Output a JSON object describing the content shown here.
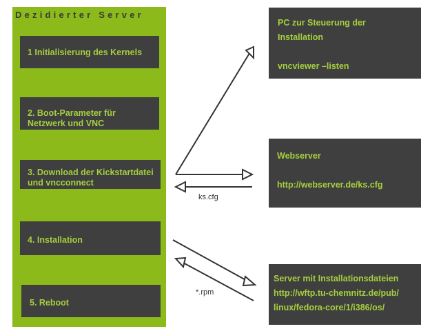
{
  "server_panel": {
    "title": "Dezidierter Server",
    "steps": [
      {
        "lines": [
          "1 Initialisierung des Kernels"
        ]
      },
      {
        "lines": [
          "2. Boot-Parameter für",
          "Netzwerk und VNC"
        ]
      },
      {
        "lines": [
          "3. Download der Kickstartdatei",
          "und vncconnect"
        ]
      },
      {
        "lines": [
          "4. Installation"
        ]
      },
      {
        "lines": [
          "5. Reboot"
        ]
      }
    ]
  },
  "nodes": {
    "control_pc": {
      "lines": [
        "PC zur Steuerung der",
        "Installation",
        "vncviewer –listen"
      ]
    },
    "webserver": {
      "lines": [
        "Webserver",
        "http://webserver.de/ks.cfg"
      ]
    },
    "install_server": {
      "lines": [
        "Server mit Installationsdateien",
        "http://wftp.tu-chemnitz.de/pub/",
        "linux/fedora-core/1/i386/os/"
      ]
    }
  },
  "edge_labels": {
    "kickstart_file": "ks.cfg",
    "rpm_files": "*.rpm"
  },
  "colors": {
    "panel_green": "#8cba1a",
    "box_dark": "#3f3f3f",
    "text_green": "#a5cf3e",
    "arrow": "#333333"
  }
}
